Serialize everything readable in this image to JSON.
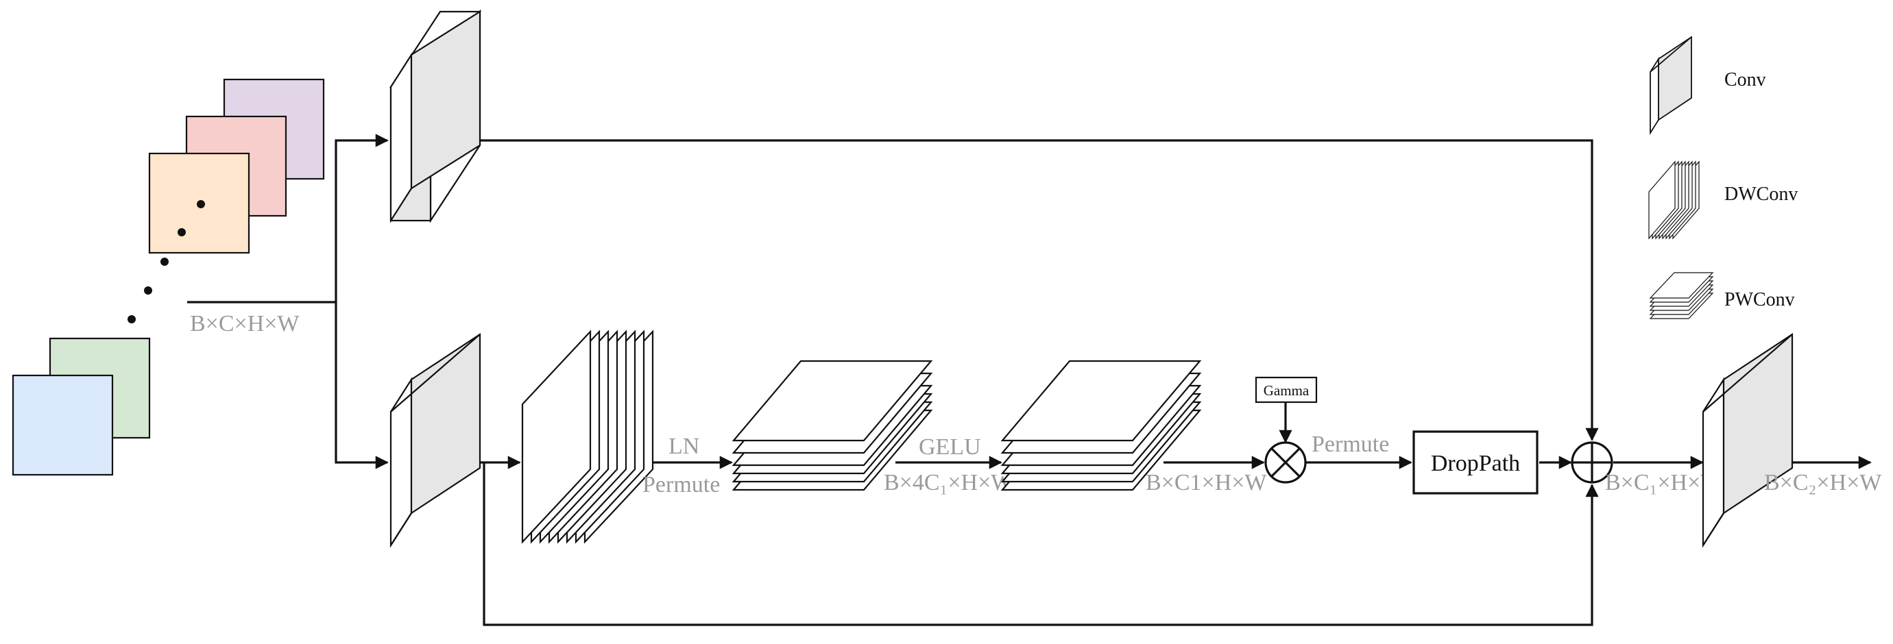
{
  "input": {
    "shape_label": "B×C×H×W",
    "channel_colors": [
      "#dae8fc",
      "#d5e8d4",
      "#ffe6cc",
      "#f8cecc",
      "#e1d5e7"
    ]
  },
  "branch_labels": {
    "ln": "LN",
    "permute_1": "Permute",
    "gelu": "GELU",
    "shape_4c1": "B×4C₁×H×W",
    "shape_c1": "B×C1×H×W",
    "gamma": "Gamma",
    "permute_2": "Permute",
    "droppath": "DropPath",
    "shape_out_c1": "B×C₁×H×W",
    "shape_out_c2": "B×C₂×H×W"
  },
  "legend": {
    "conv": "Conv",
    "dwconv": "DWConv",
    "pwconv": "PWConv"
  },
  "colors": {
    "conv_front": "#e6e6e6",
    "stroke": "#111111",
    "gray_text": "#9a9a9a"
  }
}
